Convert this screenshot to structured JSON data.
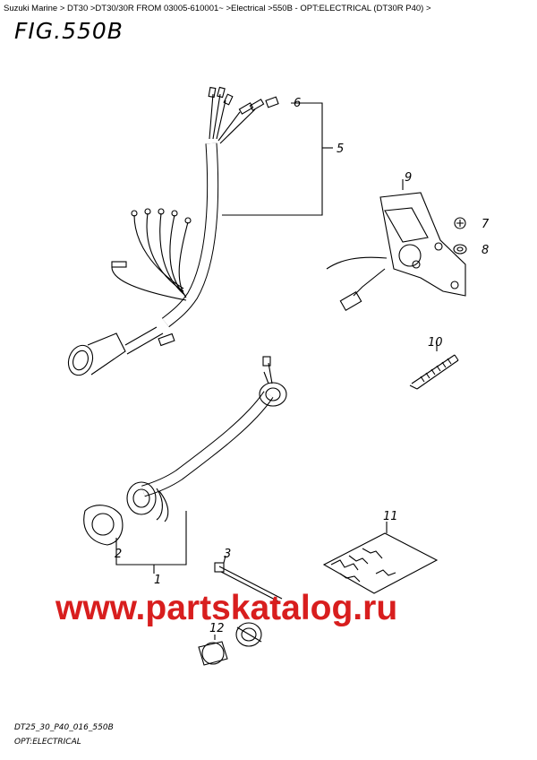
{
  "breadcrumb": "Suzuki Marine > DT30 >DT30/30R FROM 03005-610001~ >Electrical >550B - OPT:ELECTRICAL (DT30R P40) >",
  "figure_title": "FIG.550B",
  "part_numbers": [
    "1",
    "2",
    "3",
    "5",
    "6",
    "7",
    "8",
    "9",
    "10",
    "11",
    "12"
  ],
  "watermark": "www.partskatalog.ru",
  "drawing_code": "DT25_30_P40_016_550B",
  "caption": "OPT:ELECTRICAL"
}
